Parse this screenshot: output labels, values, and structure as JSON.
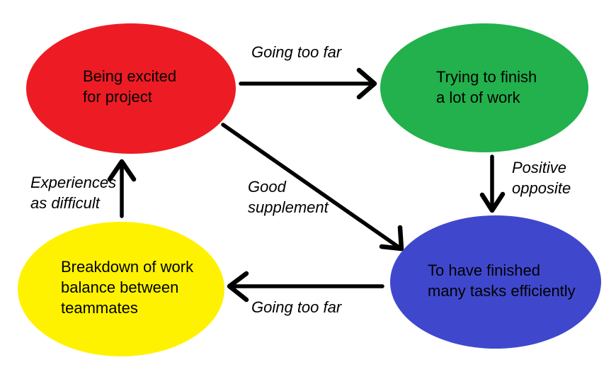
{
  "canvas": {
    "background": "#FFFFFF",
    "arrow_color": "#000000",
    "text_color": "#000000"
  },
  "nodes": [
    {
      "id": "being-excited",
      "label": "Being excited\nfor project",
      "color": "#ED1C24"
    },
    {
      "id": "trying-to-finish",
      "label": "Trying to finish\na lot of work",
      "color": "#22B14C"
    },
    {
      "id": "finished-tasks",
      "label": "To have finished\nmany tasks efficiently",
      "color": "#3F48CC"
    },
    {
      "id": "work-breakdown",
      "label": "Breakdown of work\nbalance between\nteammates",
      "color": "#FFF200"
    }
  ],
  "edges": [
    {
      "from": "being-excited",
      "to": "trying-to-finish",
      "label": "Going too far"
    },
    {
      "from": "trying-to-finish",
      "to": "finished-tasks",
      "label": "Positive\nopposite"
    },
    {
      "from": "being-excited",
      "to": "finished-tasks",
      "label": "Good\nsupplement"
    },
    {
      "from": "finished-tasks",
      "to": "work-breakdown",
      "label": "Going too far"
    },
    {
      "from": "work-breakdown",
      "to": "being-excited",
      "label": "Experiences\nas difficult"
    }
  ]
}
